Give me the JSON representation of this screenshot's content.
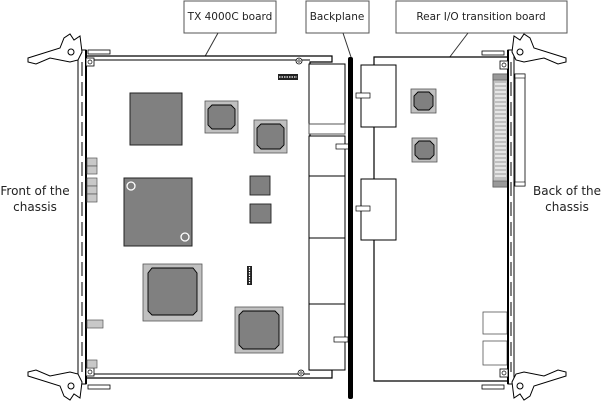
{
  "diagram": {
    "callouts": {
      "main_board": "TX 4000C board",
      "backplane": "Backplane",
      "rear_board": "Rear I/O transition board"
    },
    "side_labels": {
      "front_line1": "Front of the",
      "front_line2": "chassis",
      "back_line1": "Back of the",
      "back_line2": "chassis"
    },
    "colors": {
      "chip_fill": "#808080",
      "chip_package": "#c0c0c0",
      "outline": "#000000",
      "connector_fill": "#d0d0d0"
    }
  }
}
